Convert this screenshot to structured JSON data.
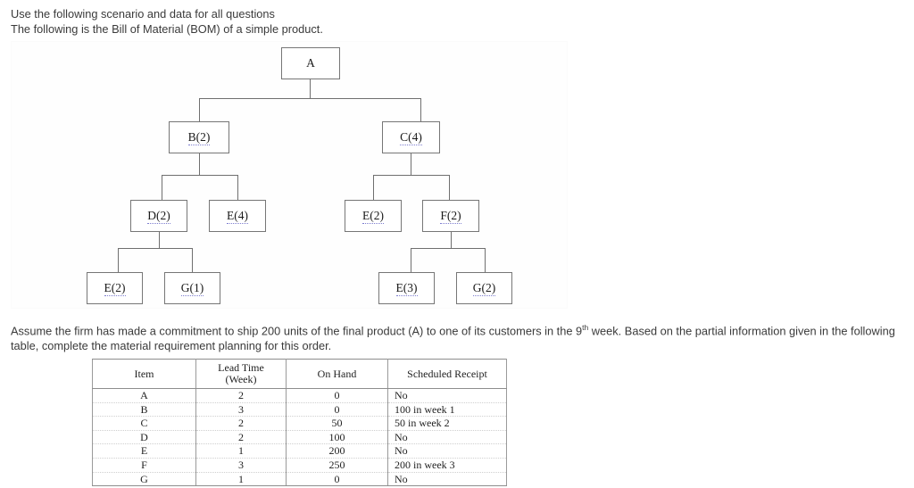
{
  "intro": {
    "line1": "Use the following scenario and data for all questions",
    "line2": "The following is the Bill of Material (BOM) of a simple product."
  },
  "bom": {
    "nodes": [
      {
        "id": "a",
        "label": "A",
        "spellchecked": false
      },
      {
        "id": "b",
        "label": "B(2)",
        "spellchecked": true
      },
      {
        "id": "c",
        "label": "C(4)",
        "spellchecked": true
      },
      {
        "id": "d",
        "label": "D(2)",
        "spellchecked": true
      },
      {
        "id": "e1",
        "label": "E(4)",
        "spellchecked": true
      },
      {
        "id": "e2",
        "label": "E(2)",
        "spellchecked": true
      },
      {
        "id": "f",
        "label": "F(2)",
        "spellchecked": true
      },
      {
        "id": "e3",
        "label": "E(2)",
        "spellchecked": true
      },
      {
        "id": "g1",
        "label": "G(1)",
        "spellchecked": true
      },
      {
        "id": "e4",
        "label": "E(3)",
        "spellchecked": true
      },
      {
        "id": "g2",
        "label": "G(2)",
        "spellchecked": true
      }
    ]
  },
  "paragraph": {
    "part1": "Assume the firm has made a commitment to ship 200 units of the final product (A) to one of its customers in the 9",
    "ordinal": "th",
    "part2": " week. Based on the partial information given in the following table, complete the material requirement planning for this order."
  },
  "table": {
    "headers": [
      "Item",
      "Lead Time\n(Week)",
      "On Hand",
      "Scheduled Receipt"
    ],
    "header_item": "Item",
    "header_lead_l1": "Lead Time",
    "header_lead_l2": "(Week)",
    "header_onhand": "On Hand",
    "header_sched": "Scheduled Receipt",
    "rows": [
      {
        "item": "A",
        "lead": "2",
        "onhand": "0",
        "sched": "No"
      },
      {
        "item": "B",
        "lead": "3",
        "onhand": "0",
        "sched": "100 in week 1"
      },
      {
        "item": "C",
        "lead": "2",
        "onhand": "50",
        "sched": "50 in week 2"
      },
      {
        "item": "D",
        "lead": "2",
        "onhand": "100",
        "sched": "No"
      },
      {
        "item": "E",
        "lead": "1",
        "onhand": "200",
        "sched": "No"
      },
      {
        "item": "F",
        "lead": "3",
        "onhand": "250",
        "sched": "200 in week 3"
      },
      {
        "item": "G",
        "lead": "1",
        "onhand": "0",
        "sched": "No"
      }
    ]
  },
  "colors": {
    "box_border": "#767676",
    "connector": "#6f6f6f",
    "text": "#3a3a3a",
    "spell_underline": "#7d7dcf"
  }
}
